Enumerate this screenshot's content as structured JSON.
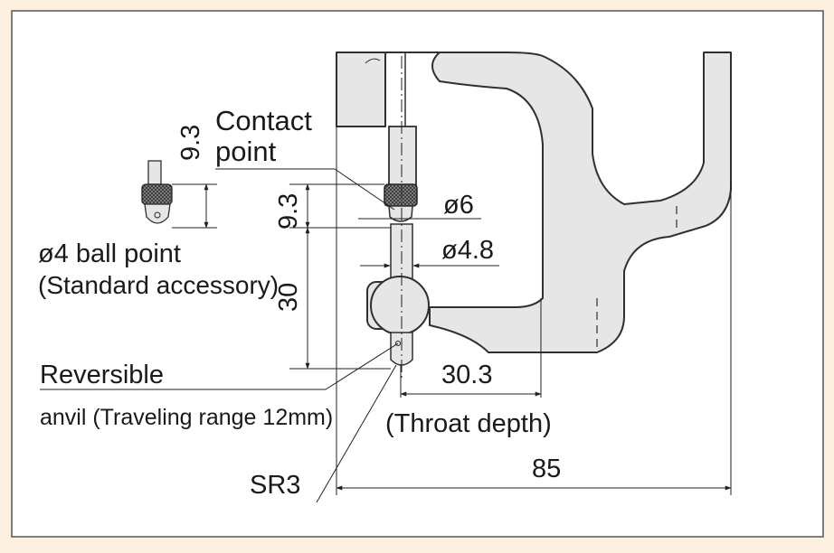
{
  "labels": {
    "contact_point_line1": "Contact",
    "contact_point_line2": "point",
    "ball_point_line1": "ø4 ball point",
    "ball_point_line2": "(Standard accessory)",
    "reversible_line1": "Reversible",
    "reversible_line2": "anvil (Traveling range 12mm)",
    "throat_depth": "(Throat depth)",
    "sr3": "SR3"
  },
  "dimensions": {
    "accessory_height": "9.3",
    "contact_height": "9.3",
    "anvil_length": "30",
    "diameter_tip": "ø6",
    "diameter_shaft": "ø4.8",
    "throat_depth_value": "30.3",
    "overall_depth": "85"
  },
  "colors": {
    "background": "#fdf0e1",
    "panel": "#ffffff",
    "frame_fill": "#e6e6e6",
    "frame_stroke": "#303030",
    "knurl": "#3a3a3a",
    "border": "#555555"
  }
}
